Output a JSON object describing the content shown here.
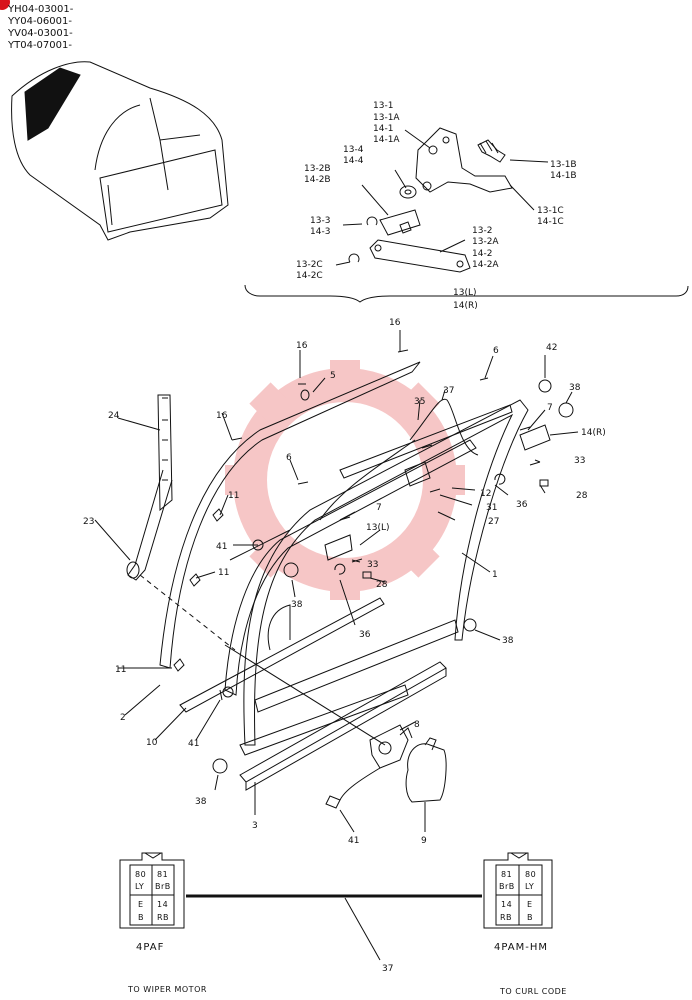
{
  "serials": [
    "YH04-03001-",
    "YY04-06001-",
    "YV04-03001-",
    "YT04-07001-"
  ],
  "colors": {
    "line": "#111111",
    "watermark": "#f3b3b3",
    "badge": "#d8141c"
  },
  "icons": {
    "corner_badge": "red-dot-icon",
    "watermark": "gear-watermark-icon"
  },
  "inset": {
    "bracket_labels": [
      "13(L)",
      "14(R)"
    ],
    "callouts": [
      [
        "13-1",
        "13-1A",
        "14-1",
        "14-1A"
      ],
      [
        "13-4",
        "14-4"
      ],
      [
        "13-2B",
        "14-2B"
      ],
      [
        "13-3",
        "14-3"
      ],
      [
        "13-2C",
        "14-2C"
      ],
      [
        "13-1B",
        "14-1B"
      ],
      [
        "13-1C",
        "14-1C"
      ],
      [
        "13-2",
        "13-2A",
        "14-2",
        "14-2A"
      ]
    ]
  },
  "callouts": [
    "16",
    "16",
    "5",
    "6",
    "42",
    "38",
    "37",
    "35",
    "7",
    "14(R)",
    "24",
    "16",
    "33",
    "6",
    "12",
    "36",
    "28",
    "31",
    "11",
    "27",
    "7",
    "13(L)",
    "23",
    "41",
    "33",
    "11",
    "38",
    "28",
    "1",
    "36",
    "38",
    "11",
    "2",
    "10",
    "41",
    "8",
    "38",
    "3",
    "41",
    "9",
    "37"
  ],
  "connectors": {
    "left": {
      "cells": [
        [
          "80",
          "81"
        ],
        [
          "LY",
          "BrB"
        ],
        [
          "E",
          "14"
        ],
        [
          "B",
          "RB"
        ]
      ],
      "name": "4PAF",
      "caption": "TO WIPER MOTOR"
    },
    "right": {
      "cells": [
        [
          "81",
          "80"
        ],
        [
          "BrB",
          "LY"
        ],
        [
          "14",
          "E"
        ],
        [
          "RB",
          "B"
        ]
      ],
      "name": "4PAM-HM",
      "caption": "TO CURL CODE"
    }
  }
}
